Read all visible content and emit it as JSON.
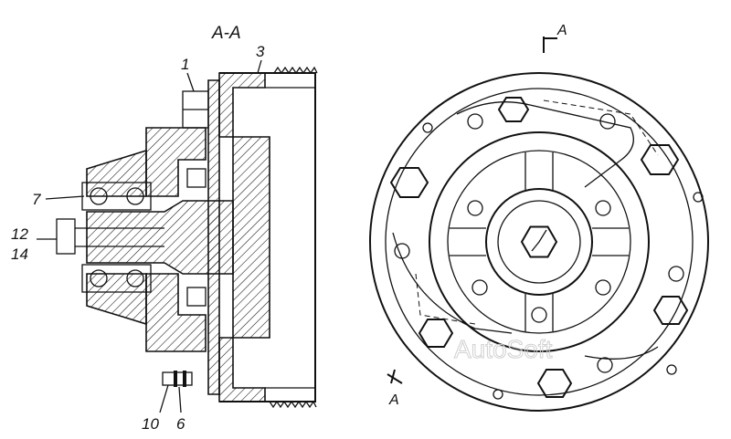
{
  "section_title": "А-А",
  "callouts": {
    "c1": "1",
    "c3": "3",
    "c7": "7",
    "c12": "12",
    "c14": "14",
    "c10": "10",
    "c6": "6"
  },
  "section_marks": {
    "top": "А",
    "bottom": "А"
  },
  "watermark": "AutoSoft"
}
